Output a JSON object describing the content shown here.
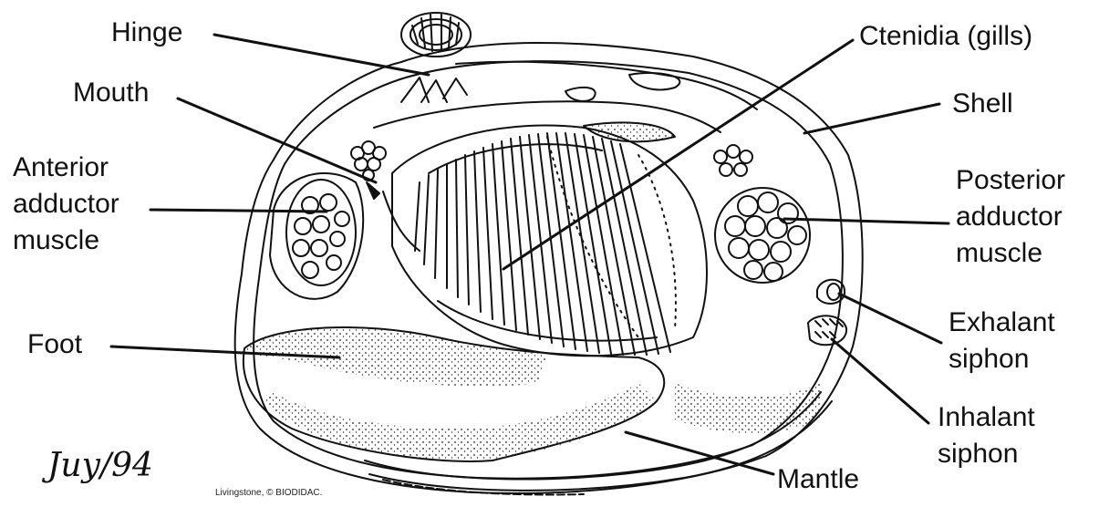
{
  "labels": {
    "hinge": "Hinge",
    "mouth": "Mouth",
    "anterior": [
      "Anterior",
      "adductor",
      "muscle"
    ],
    "foot": "Foot",
    "ctenidia": "Ctenidia (gills)",
    "shell": "Shell",
    "posterior": [
      "Posterior",
      "adductor",
      "muscle"
    ],
    "exhalant": [
      "Exhalant",
      "siphon"
    ],
    "inhalant": [
      "Inhalant",
      "siphon"
    ],
    "mantle": "Mantle"
  },
  "credit": "Livingstone, © BIODIDAC.",
  "signature": "Juy/94"
}
